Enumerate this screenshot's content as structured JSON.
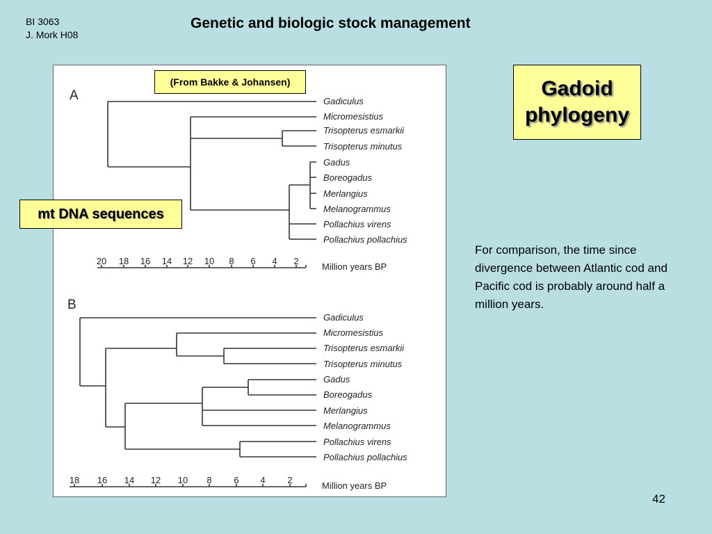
{
  "header": {
    "course_line1": "BI 3063",
    "course_line2": "J. Mork H08",
    "title": "Genetic and biologic stock management"
  },
  "figure": {
    "source": "(From Bakke & Johansen)",
    "method_tag": "mt DNA sequences",
    "panels": [
      {
        "letter": "A",
        "taxa": [
          "Gadiculus",
          "Micromesistius",
          "Trisopterus esmarkii",
          "Trisopterus minutus",
          "Gadus",
          "Boreogadus",
          "Merlangius",
          "Melanogrammus",
          "Pollachius virens",
          "Pollachius pollachius"
        ],
        "axis_ticks": [
          "20",
          "18",
          "16",
          "14",
          "12",
          "10",
          "8",
          "6",
          "4",
          "2"
        ],
        "axis_label": "Million years BP"
      },
      {
        "letter": "B",
        "taxa": [
          "Gadiculus",
          "Micromesistius",
          "Trisopterus esmarkii",
          "Trisopterus minutus",
          "Gadus",
          "Boreogadus",
          "Merlangius",
          "Melanogrammus",
          "Pollachius virens",
          "Pollachius pollachius"
        ],
        "axis_ticks": [
          "18",
          "16",
          "14",
          "12",
          "10",
          "8",
          "6",
          "4",
          "2"
        ],
        "axis_label": "Million years BP"
      }
    ]
  },
  "heading": {
    "line1": "Gadoid",
    "line2": "phylogeny"
  },
  "comparison_text": "For comparison, the time since divergence between Atlantic cod and Pacific cod is probably around half a million years.",
  "page_number": "42",
  "colors": {
    "background": "#b9dfe3",
    "highlight": "#ffff99"
  }
}
